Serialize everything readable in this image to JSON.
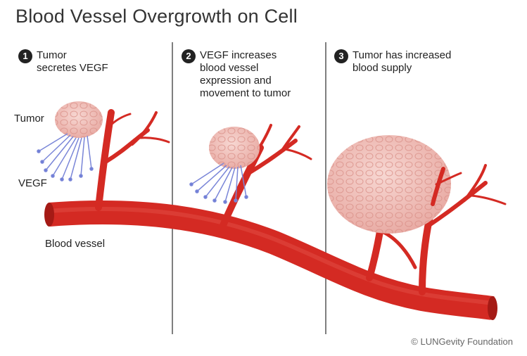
{
  "title": "Blood Vessel Overgrowth on Cell",
  "steps": [
    {
      "number": "1",
      "line1": "Tumor",
      "line2": "secretes VEGF",
      "line3": "",
      "line4": ""
    },
    {
      "number": "2",
      "line1": "VEGF increases",
      "line2": "blood vessel",
      "line3": "expression and",
      "line4": "movement to tumor"
    },
    {
      "number": "3",
      "line1": "Tumor has increased",
      "line2": "blood supply",
      "line3": "",
      "line4": ""
    }
  ],
  "labels": {
    "tumor": "Tumor",
    "vegf": "VEGF",
    "blood_vessel": "Blood vessel"
  },
  "credit": "© LUNGevity Foundation",
  "colors": {
    "vessel": "#d42a23",
    "vessel_dark": "#a51a15",
    "tumor": "#f2c3bd",
    "tumor_cell": "#e7a79f",
    "vegf": "#7a86d8",
    "divider": "#555555",
    "badge": "#222222"
  }
}
